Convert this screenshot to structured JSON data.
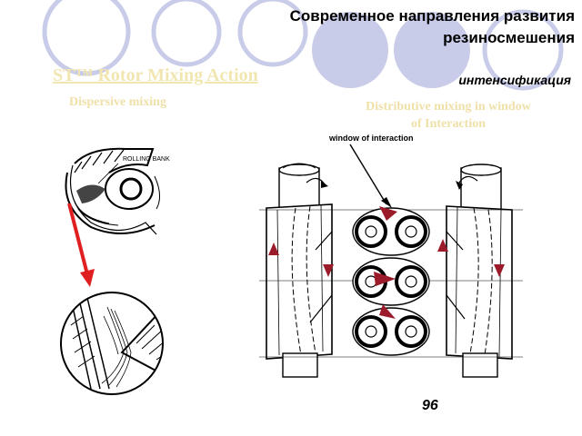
{
  "slide": {
    "title": "Современное направления развития резиносмешения",
    "subtitle_right": "интенсификация",
    "rotor_heading": "ST™ Rotor Mixing Action",
    "dispersive_label": "Dispersive mixing",
    "distributive_label": "Distributive mixing in window of Interaction",
    "window_label": "window of interaction",
    "rolling_bank_label": "ROLLING BANK",
    "page_number": "96"
  },
  "colors": {
    "decor_circle": "#c8cce8",
    "arrow_red": "#e02020",
    "marker_red": "#9b1b2a",
    "faded_text": "#efe0a8"
  }
}
